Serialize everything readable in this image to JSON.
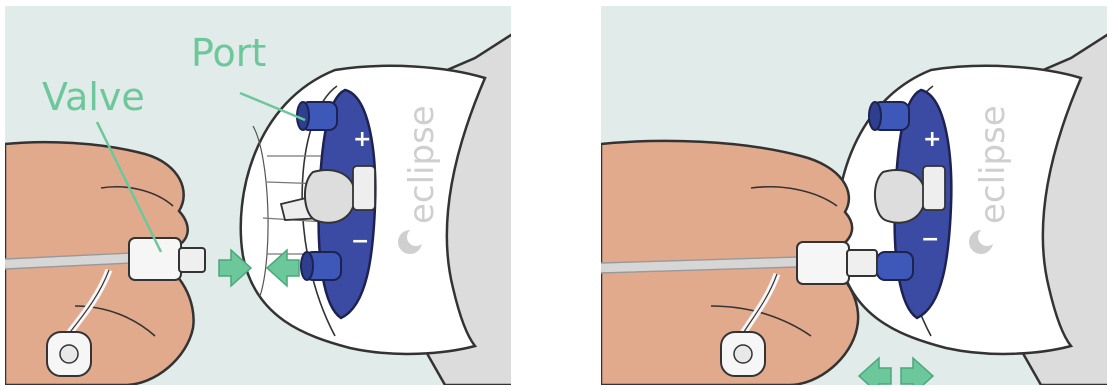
{
  "labels": {
    "port": "Port",
    "valve": "Valve"
  },
  "brand": {
    "name": "eclipse"
  },
  "terminals": {
    "positive": "+",
    "negative": "−"
  },
  "colors": {
    "background": "#e1ebe9",
    "arm": "#dcdcdc",
    "cuff": "#ffffff",
    "plate": "#3b4aa3",
    "port": "#3d58b8",
    "skin": "#e2aa8c",
    "accent": "#6cc79b",
    "outline": "#333333"
  },
  "icons": {
    "arrow-right": "arrow-right-icon",
    "arrow-left": "arrow-left-icon",
    "logo": "eclipse-logo-icon"
  }
}
